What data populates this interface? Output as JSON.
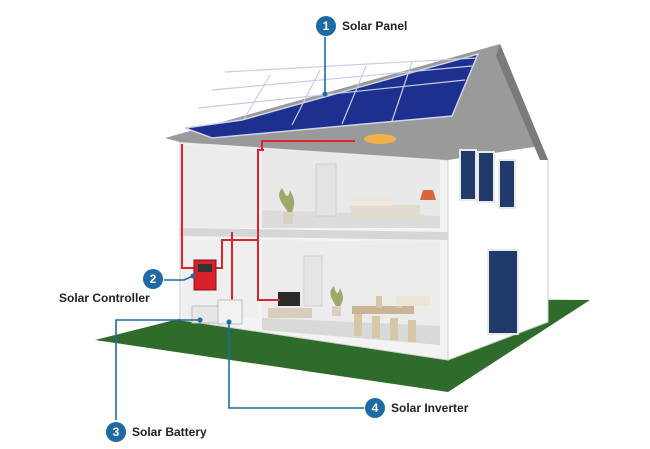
{
  "colors": {
    "badge": "#1f6aa5",
    "leader_line": "#1f6aa5",
    "wire": "#e0242e",
    "lawn": "#2f6b2b",
    "roof": "#8c8c8c",
    "solar_cells": "#1d2f8f",
    "wall": "#f4f4f4"
  },
  "callouts": [
    {
      "number": "1",
      "label": "Solar Panel",
      "icon": "numbered-circle"
    },
    {
      "number": "2",
      "label": "Solar Controller",
      "icon": "numbered-circle"
    },
    {
      "number": "3",
      "label": "Solar Battery",
      "icon": "numbered-circle"
    },
    {
      "number": "4",
      "label": "Solar Inverter",
      "icon": "numbered-circle"
    }
  ],
  "scene_objects": [
    "house",
    "solar-panel-array",
    "ceiling-lamp",
    "plant",
    "bed",
    "lamp",
    "tv",
    "sofa",
    "dining-table",
    "window",
    "door",
    "controller-box",
    "battery-pack",
    "inverter-box",
    "lawn"
  ]
}
